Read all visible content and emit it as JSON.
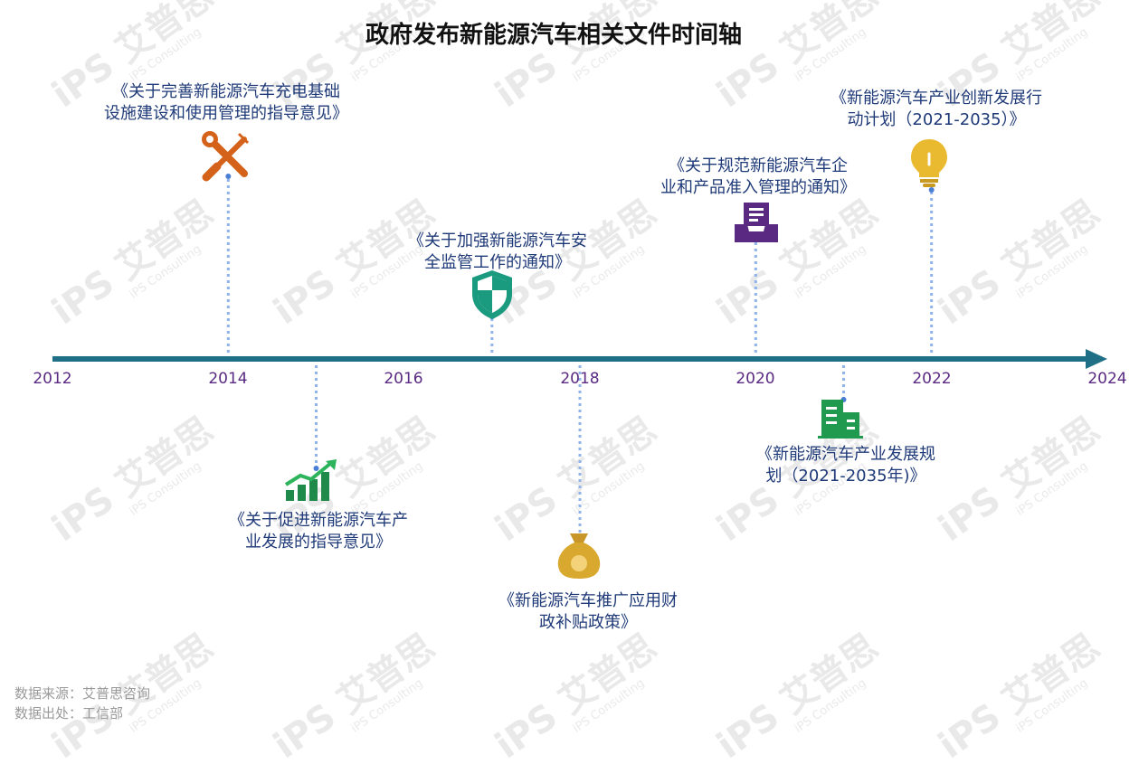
{
  "title": "政府发布新能源汽车相关文件时间轴",
  "watermark": {
    "brand": "艾普思",
    "en": "iPS Consulting"
  },
  "years": [
    "2012",
    "2014",
    "2016",
    "2018",
    "2020",
    "2022",
    "2024"
  ],
  "events": [
    {
      "year": 2014.0,
      "side": "above",
      "lines": [
        "《关于完善新能源汽车充电基础",
        "设施建设和使用管理的指导意见》"
      ],
      "icon": "tools-icon"
    },
    {
      "year": 2015.0,
      "side": "below",
      "lines": [
        "《关于促进新能源汽车产",
        "业发展的指导意见》"
      ],
      "icon": "growth-chart-icon"
    },
    {
      "year": 2017.0,
      "side": "above",
      "lines": [
        "《关于加强新能源汽车安",
        "全监管工作的通知》"
      ],
      "icon": "shield-icon"
    },
    {
      "year": 2018.0,
      "side": "below",
      "lines": [
        "《新能源汽车推广应用财",
        "政补贴政策》"
      ],
      "icon": "money-bag-icon"
    },
    {
      "year": 2020.0,
      "side": "above",
      "lines": [
        "《关于规范新能源汽车企",
        "业和产品准入管理的通知》"
      ],
      "icon": "inbox-icon"
    },
    {
      "year": 2021.0,
      "side": "below",
      "lines": [
        "《新能源汽车产业发展规",
        "划（2021-2035年)》"
      ],
      "icon": "buildings-icon"
    },
    {
      "year": 2022.0,
      "side": "above",
      "lines": [
        "《新能源汽车产业创新发展行",
        "动计划（2021-2035）》"
      ],
      "icon": "lightbulb-icon"
    }
  ],
  "source": {
    "line1": "数据来源：艾普思咨询",
    "line2": "数据出处：工信部"
  },
  "colors": {
    "axis": "#1f6f86",
    "connector": "#8fb3ea",
    "year": "#5a2a82",
    "label": "#1f3a78"
  }
}
